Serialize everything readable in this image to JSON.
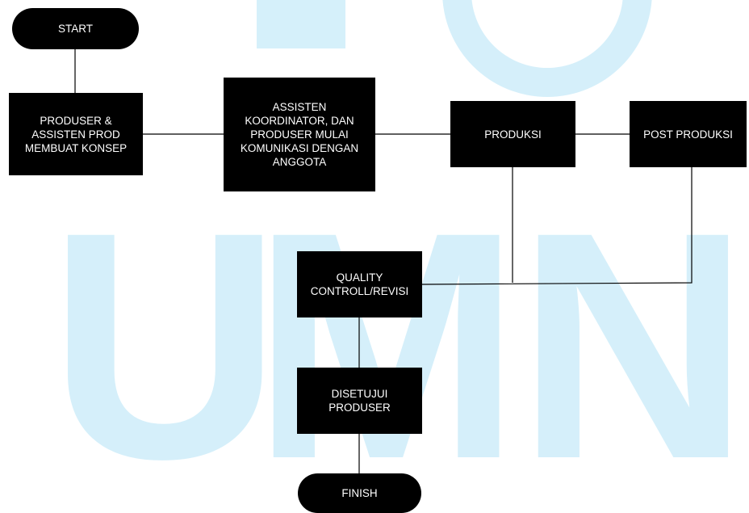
{
  "watermark": {
    "letters": [
      "U",
      "M",
      "N"
    ],
    "color": "#b3e3f6"
  },
  "colors": {
    "node_fill": "#000000",
    "node_text": "#ffffff",
    "connector": "#000000"
  },
  "nodes": {
    "start": "START",
    "konsep": [
      "PRODUSER &",
      "ASSISTEN PROD",
      "MEMBUAT KONSEP"
    ],
    "koordinator": [
      "ASSISTEN",
      "KOORDINATOR, DAN",
      "PRODUSER MULAI",
      "KOMUNIKASI DENGAN",
      "ANGGOTA"
    ],
    "produksi": "PRODUKSI",
    "post": "POST PRODUKSI",
    "qc": [
      "QUALITY",
      "CONTROLL/REVISI"
    ],
    "disetujui": [
      "DISETUJUI",
      "PRODUSER"
    ],
    "finish": "FINISH"
  }
}
